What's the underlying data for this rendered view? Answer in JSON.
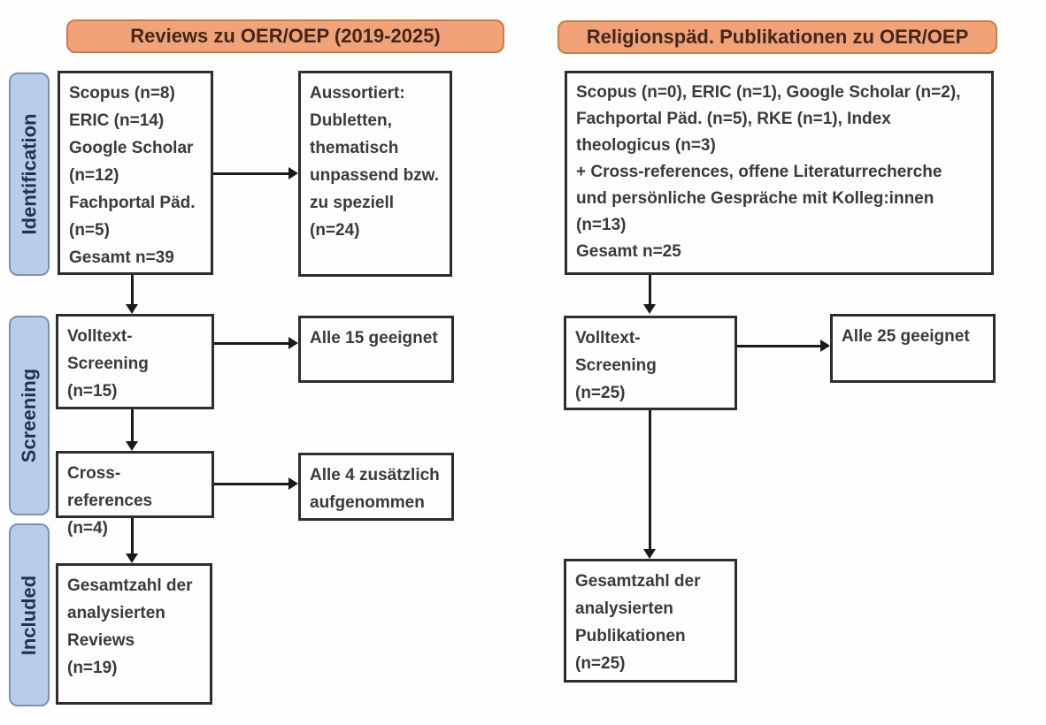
{
  "diagram": {
    "headers": {
      "left": "Reviews zu OER/OEP (2019-2025)",
      "right": "Religionspäd. Publikationen zu OER/OEP"
    },
    "sidebar": {
      "identification": "Identification",
      "screening": "Screening",
      "included": "Included"
    },
    "left_branch": {
      "sources": "Scopus (n=8)\nERIC (n=14)\nGoogle Scholar\n(n=12)\nFachportal Päd.\n(n=5)\nGesamt n=39",
      "excluded": "Aussortiert:\nDubletten,\nthematisch\nunpassend bzw.\nzu speziell\n(n=24)",
      "fulltext_screening": "Volltext-\nScreening\n(n=15)",
      "all_suitable": "Alle 15 geeignet",
      "cross_references": "Cross-references\n(n=4)",
      "additional_included": "Alle 4 zusätzlich\naufgenommen",
      "total": "Gesamtzahl der\nanalysierten\nReviews\n(n=19)"
    },
    "right_branch": {
      "sources": "Scopus (n=0), ERIC (n=1), Google Scholar (n=2),\nFachportal Päd. (n=5), RKE (n=1), Index\ntheologicus (n=3)\n+ Cross-references, offene Literaturrecherche\nund persönliche Gespräche mit Kolleg:innen\n(n=13)\nGesamt n=25",
      "fulltext_screening": "Volltext-\nScreening\n(n=25)",
      "all_suitable": "Alle 25 geeignet",
      "total": "Gesamtzahl der\nanalysierten\nPublikationen\n(n=25)"
    },
    "colors": {
      "header_fill": "#f0a378",
      "header_border": "#cf7a45",
      "header_text": "#44261a",
      "sidebar_fill": "#b9cce8",
      "sidebar_border": "#7d90b5",
      "sidebar_text": "#1f3256",
      "box_border": "#2e2e2e",
      "box_text": "#3a3a3a",
      "arrow": "#1a1a1a"
    }
  }
}
